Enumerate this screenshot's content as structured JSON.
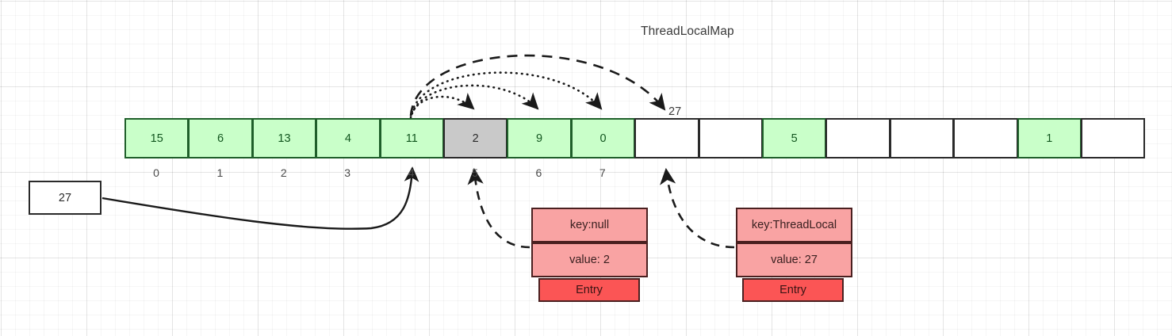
{
  "diagram": {
    "title": "ThreadLocalMap",
    "source_node": {
      "label": "27"
    },
    "probe_label": "27",
    "array": {
      "cells": [
        {
          "value": "15",
          "state": "green"
        },
        {
          "value": "6",
          "state": "green"
        },
        {
          "value": "13",
          "state": "green"
        },
        {
          "value": "4",
          "state": "green"
        },
        {
          "value": "11",
          "state": "green"
        },
        {
          "value": "2",
          "state": "gray"
        },
        {
          "value": "9",
          "state": "green"
        },
        {
          "value": "0",
          "state": "green"
        },
        {
          "value": "",
          "state": "empty"
        },
        {
          "value": "",
          "state": "empty"
        },
        {
          "value": "5",
          "state": "green"
        },
        {
          "value": "",
          "state": "empty"
        },
        {
          "value": "",
          "state": "empty"
        },
        {
          "value": "",
          "state": "empty"
        },
        {
          "value": "1",
          "state": "green"
        },
        {
          "value": "",
          "state": "empty"
        }
      ],
      "indices": [
        "0",
        "1",
        "2",
        "3",
        "4",
        "5",
        "6",
        "7"
      ]
    },
    "entries": [
      {
        "key": "key:null",
        "value": "value: 2",
        "type_label": "Entry"
      },
      {
        "key": "key:ThreadLocal",
        "value": "value: 27",
        "type_label": "Entry"
      }
    ],
    "colors": {
      "occupied": "#c9ffc9",
      "stale": "#c9c9c9",
      "empty": "#ffffff",
      "entry_header": "#f9a3a3",
      "entry_label": "#fb5555",
      "stroke": "#2a2a2a"
    }
  }
}
